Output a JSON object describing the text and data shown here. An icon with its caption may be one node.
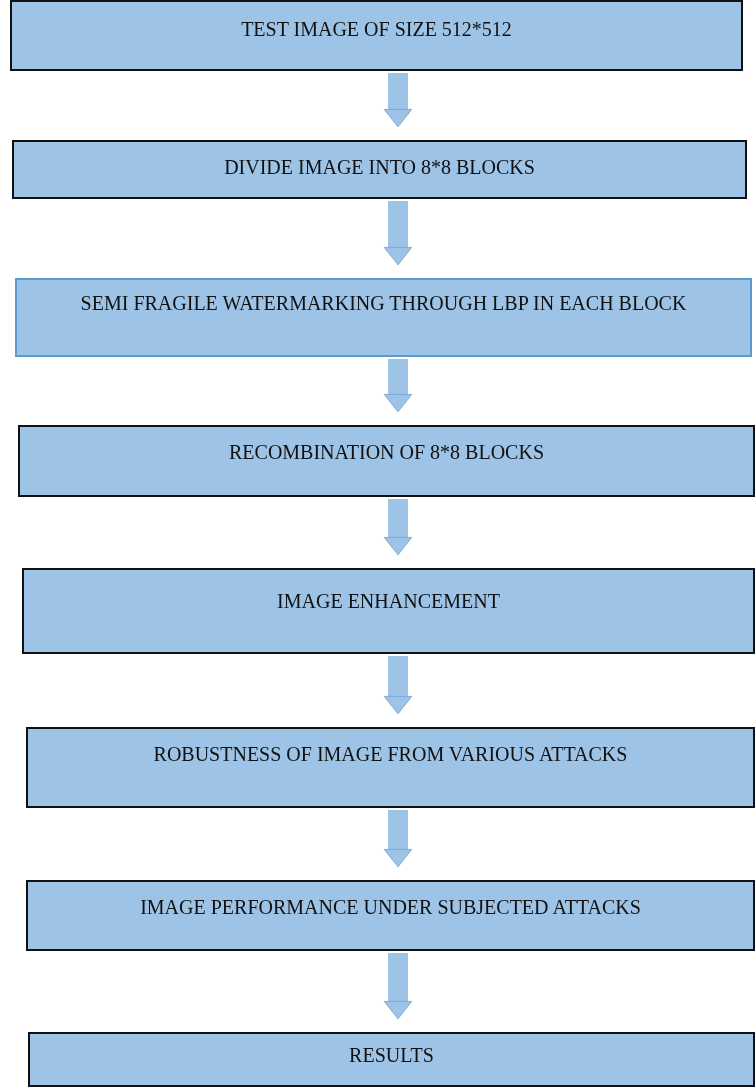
{
  "diagram": {
    "nodes": [
      {
        "text": [
          "TEST IMAGE OF SIZE 512*512"
        ]
      },
      {
        "text": [
          "DIVIDE IMAGE INTO 8*8 BLOCKS"
        ]
      },
      {
        "text": [
          "SEMI FRAGILE WATERMARKING THROUGH LBP IN EACH BLOCK"
        ]
      },
      {
        "text": [
          "RECOMBINATION OF 8*8 BLOCKS"
        ]
      },
      {
        "text": [
          "IMAGE ENHANCEMENT"
        ]
      },
      {
        "text": [
          "ROBUSTNESS OF IMAGE FROM VARIOUS ATTACKS"
        ]
      },
      {
        "text": [
          "IMAGE PERFORMANCE UNDER SUBJECTED ATTACKS"
        ]
      },
      {
        "text": [
          "RESULTS"
        ]
      }
    ],
    "edges": [
      {
        "from": 0,
        "to": 1,
        "arrow": "to"
      },
      {
        "from": 1,
        "to": 2,
        "arrow": "to"
      },
      {
        "from": 2,
        "to": 3,
        "arrow": "to"
      },
      {
        "from": 3,
        "to": 4,
        "arrow": "to"
      },
      {
        "from": 4,
        "to": 5,
        "arrow": "to"
      },
      {
        "from": 5,
        "to": 6,
        "arrow": "to"
      },
      {
        "from": 6,
        "to": 7,
        "arrow": "to"
      }
    ]
  }
}
